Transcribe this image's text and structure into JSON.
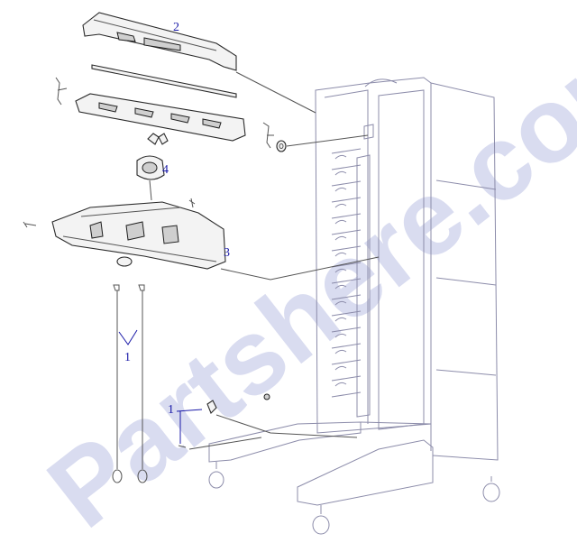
{
  "watermark": {
    "text": "Partshere.com",
    "color": "#d9dcf0"
  },
  "callouts": [
    {
      "id": "c2",
      "label": "2"
    },
    {
      "id": "c4",
      "label": "4"
    },
    {
      "id": "c3",
      "label": "3"
    },
    {
      "id": "c1a",
      "label": "1"
    },
    {
      "id": "c1b",
      "label": "1"
    }
  ],
  "colors": {
    "callout": "#1a1aa8",
    "line": "#555555",
    "cabinet": "#8c8caa"
  }
}
